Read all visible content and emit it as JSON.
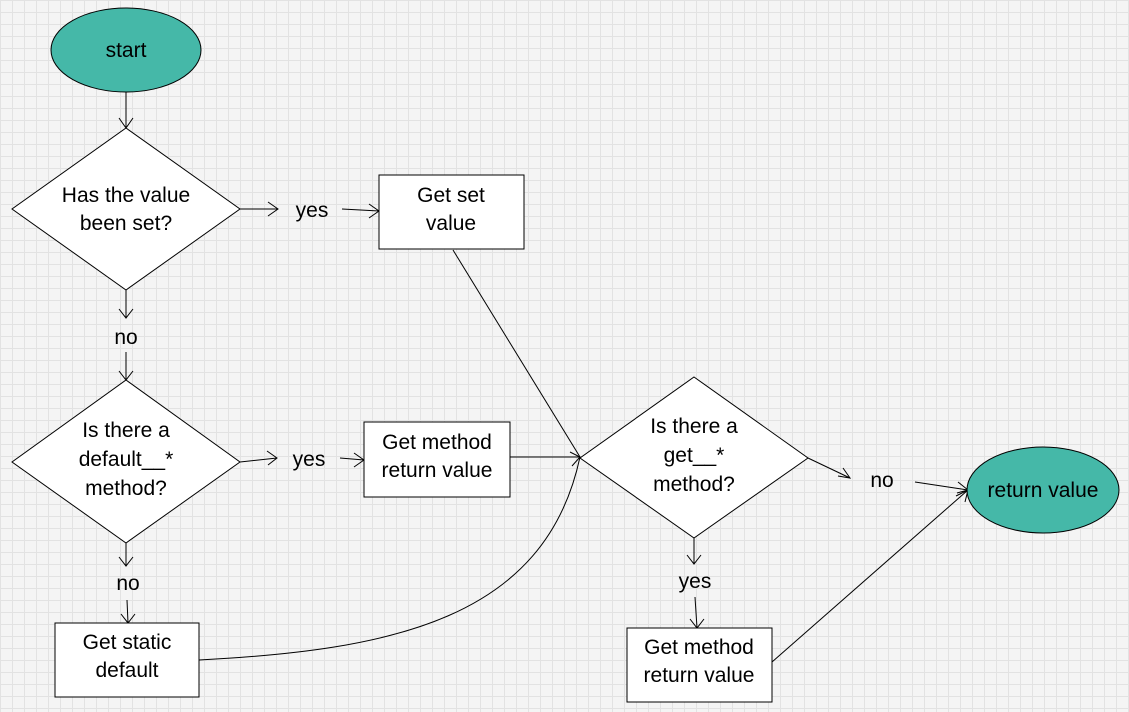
{
  "colors": {
    "terminal_fill": "#45b8a8",
    "box_fill": "#ffffff",
    "line": "#000000"
  },
  "nodes": {
    "start": "start",
    "decision_set": [
      "Has the value",
      "been set?"
    ],
    "get_set_value": [
      "Get set",
      "value"
    ],
    "decision_default": [
      "Is there a",
      "default__*",
      "method?"
    ],
    "get_method_return_1": [
      "Get method",
      "return value"
    ],
    "get_static_default": [
      "Get static",
      "default"
    ],
    "decision_get": [
      "Is there a",
      "get__*",
      "method?"
    ],
    "get_method_return_2": [
      "Get method",
      "return value"
    ],
    "return_value": "return value"
  },
  "edges": {
    "set_yes": "yes",
    "set_no": "no",
    "default_yes": "yes",
    "default_no": "no",
    "get_yes": "yes",
    "get_no": "no"
  }
}
